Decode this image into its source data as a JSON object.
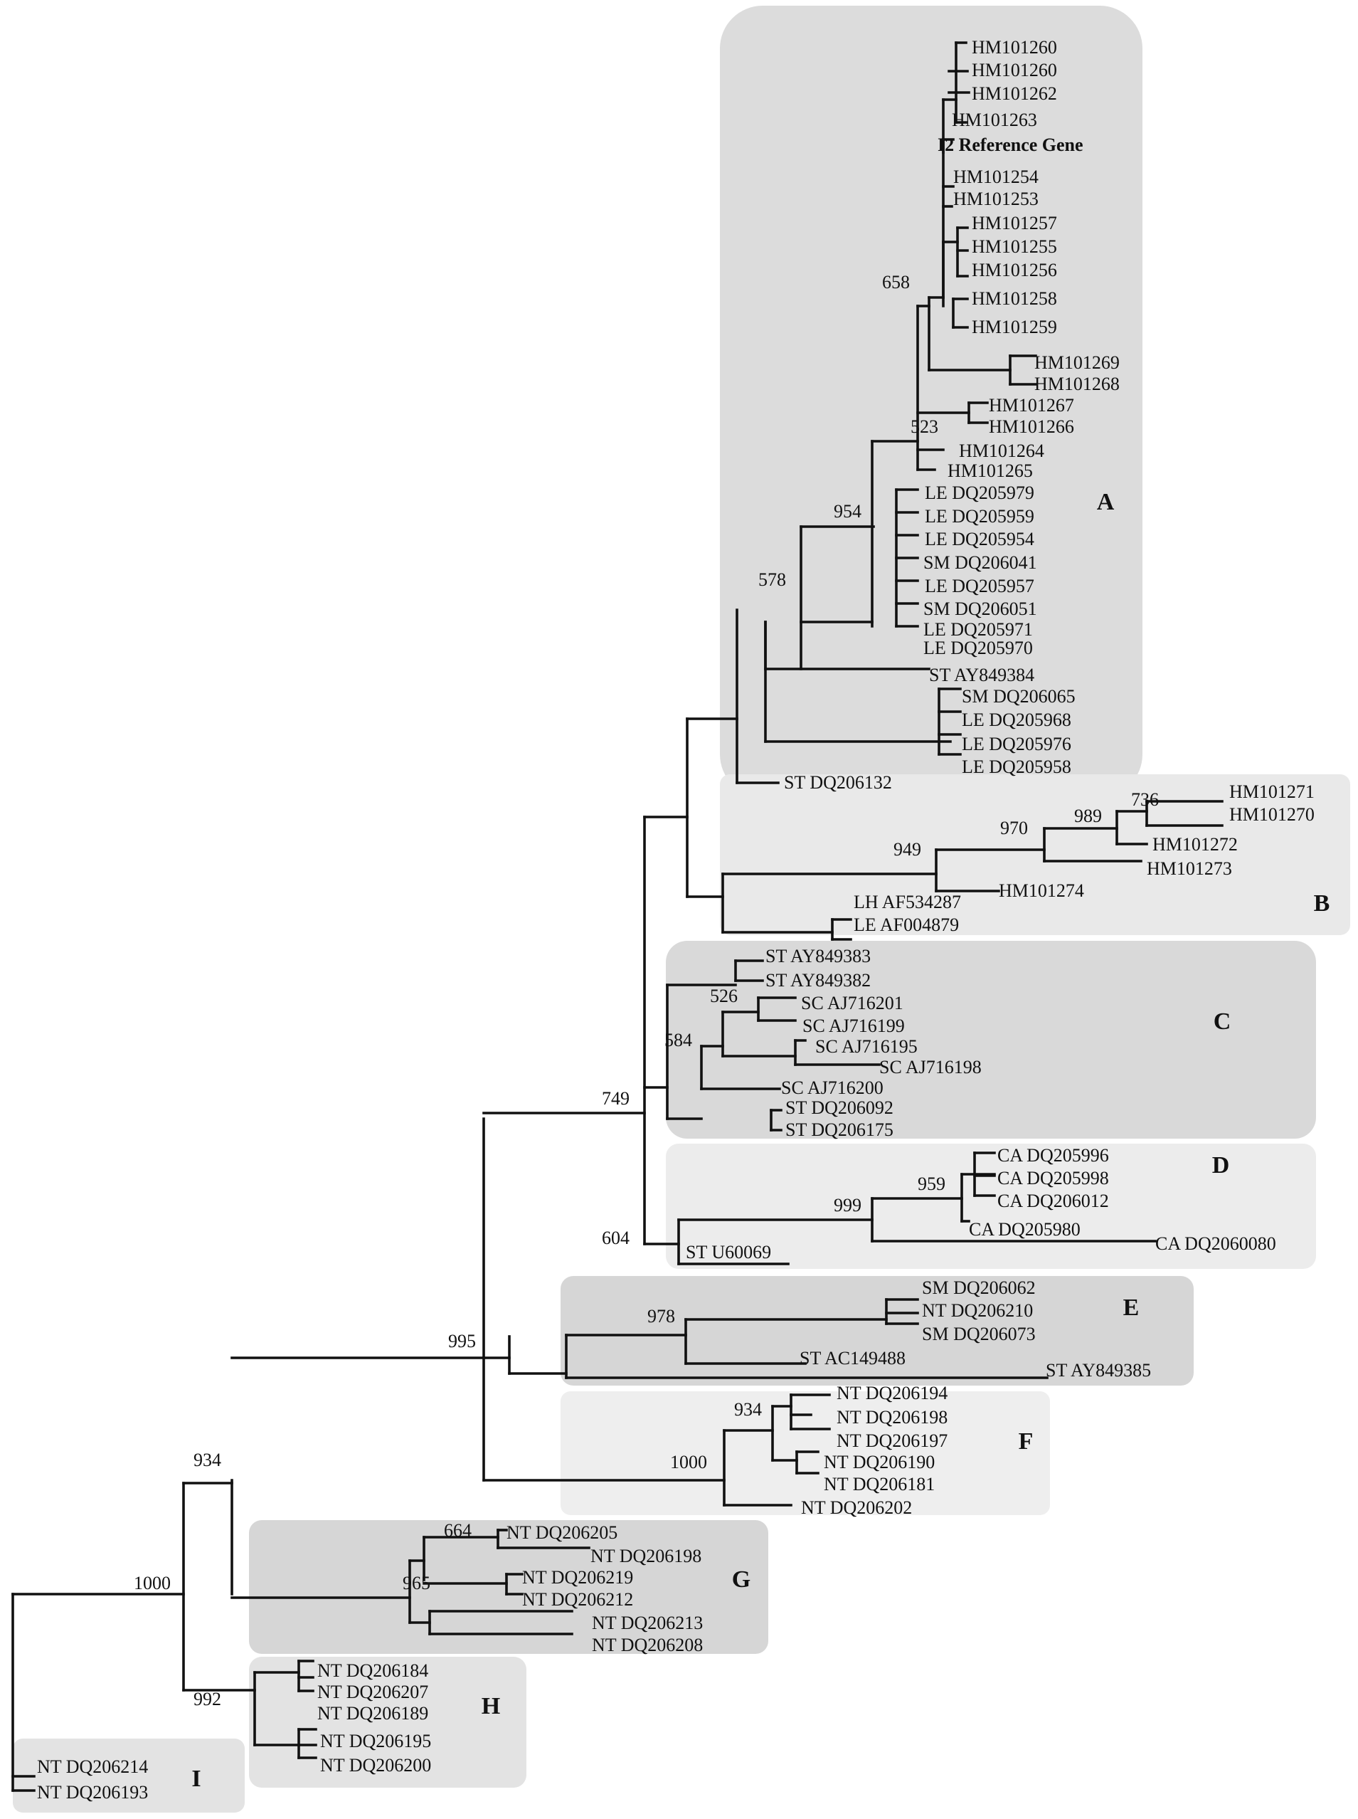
{
  "figure": {
    "type": "phylogenetic-tree",
    "clades": [
      {
        "label": "A",
        "shade": "#dcdcdc"
      },
      {
        "label": "B",
        "shade": "#e9e9e9"
      },
      {
        "label": "C",
        "shade": "#d9d9d9"
      },
      {
        "label": "D",
        "shade": "#ececec"
      },
      {
        "label": "E",
        "shade": "#d6d6d6"
      },
      {
        "label": "F",
        "shade": "#eeeeee"
      },
      {
        "label": "G",
        "shade": "#d6d6d6"
      },
      {
        "label": "H",
        "shade": "#e3e3e3"
      },
      {
        "label": "I",
        "shade": "#e3e3e3"
      }
    ],
    "leaves": [
      "HM101260",
      "HM101260",
      "HM101262",
      "HM101263",
      "I2 Reference Gene",
      "HM101254",
      "HM101253",
      "HM101257",
      "HM101255",
      "HM101256",
      "HM101258",
      "HM101259",
      "HM101269",
      "HM101268",
      "HM101267",
      "HM101266",
      "HM101264",
      "HM101265",
      "LE DQ205979",
      "LE DQ205959",
      "LE DQ205954",
      "SM DQ206041",
      "LE DQ205957",
      "SM DQ206051",
      "LE DQ205971",
      "LE DQ205970",
      "ST AY849384",
      "SM DQ206065",
      "LE DQ205968",
      "LE DQ205976",
      "LE DQ205958",
      "ST DQ206132",
      "HM101271",
      "HM101270",
      "HM101272",
      "HM101273",
      "HM101274",
      "LH AF534287",
      "LE AF004879",
      "ST AY849383",
      "ST AY849382",
      "SC AJ716201",
      "SC AJ716199",
      "SC AJ716195",
      "SC AJ716198",
      "SC AJ716200",
      "ST DQ206092",
      "ST DQ206175",
      "CA DQ205996",
      "CA DQ205998",
      "CA DQ206012",
      "CA DQ205980",
      "CA DQ2060080",
      "ST U60069",
      "SM DQ206062",
      "NT DQ206210",
      "SM DQ206073",
      "ST AC149488",
      "ST AY849385",
      "NT DQ206194",
      "NT DQ206198",
      "NT DQ206197",
      "NT DQ206190",
      "NT DQ206181",
      "NT DQ206202",
      "NT DQ206205",
      "NT DQ206198",
      "NT DQ206219",
      "NT DQ206212",
      "NT DQ206213",
      "NT DQ206208",
      "NT DQ206184",
      "NT DQ206207",
      "NT DQ206189",
      "NT DQ206195",
      "NT DQ206200",
      "NT DQ206214",
      "NT DQ206193"
    ],
    "bootstrap": [
      "658",
      "523",
      "954",
      "578",
      "949",
      "970",
      "989",
      "736",
      "526",
      "584",
      "749",
      "959",
      "999",
      "604",
      "978",
      "995",
      "934",
      "1000",
      "664",
      "965",
      "934",
      "1000",
      "992"
    ]
  }
}
